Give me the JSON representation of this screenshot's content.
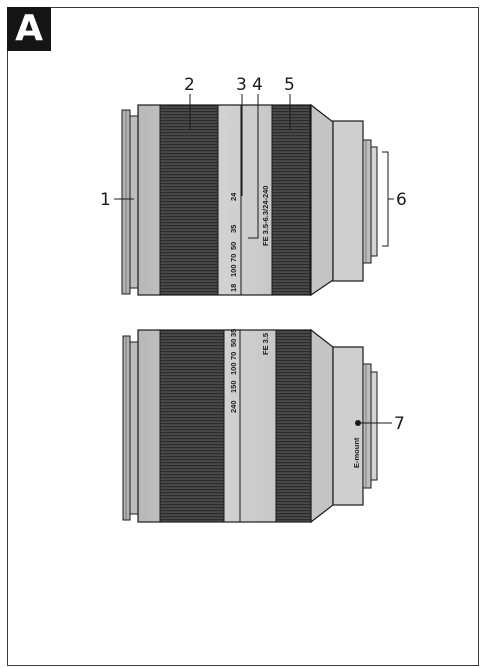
{
  "section_label": "A",
  "callouts": {
    "c1": "1",
    "c2": "2",
    "c3": "3",
    "c4": "4",
    "c5": "5",
    "c6": "6",
    "c7": "7"
  },
  "lens_top": {
    "zoom_marks": [
      "18",
      "100",
      "70",
      "50",
      "35",
      "24"
    ],
    "model": "FE 3.5-6.3/24-240"
  },
  "lens_bottom": {
    "zoom_marks": [
      "240",
      "150",
      "100",
      "70",
      "50",
      "35"
    ],
    "model": "FE 3.5",
    "mount": "E-mount"
  },
  "colors": {
    "barrel": "#c9c9c9",
    "ridges": "#3f3f3f",
    "outline": "#1a1a1a",
    "badge": "#151515"
  }
}
